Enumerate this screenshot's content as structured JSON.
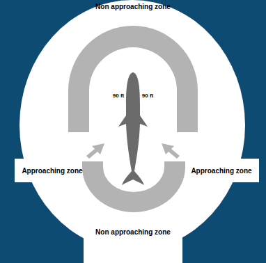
{
  "diagram": {
    "labels": [
      "Non approaching zone",
      "90 ft",
      "90 ft",
      "Approaching zone",
      "Approaching zone",
      "Non approaching zone"
    ]
  }
}
